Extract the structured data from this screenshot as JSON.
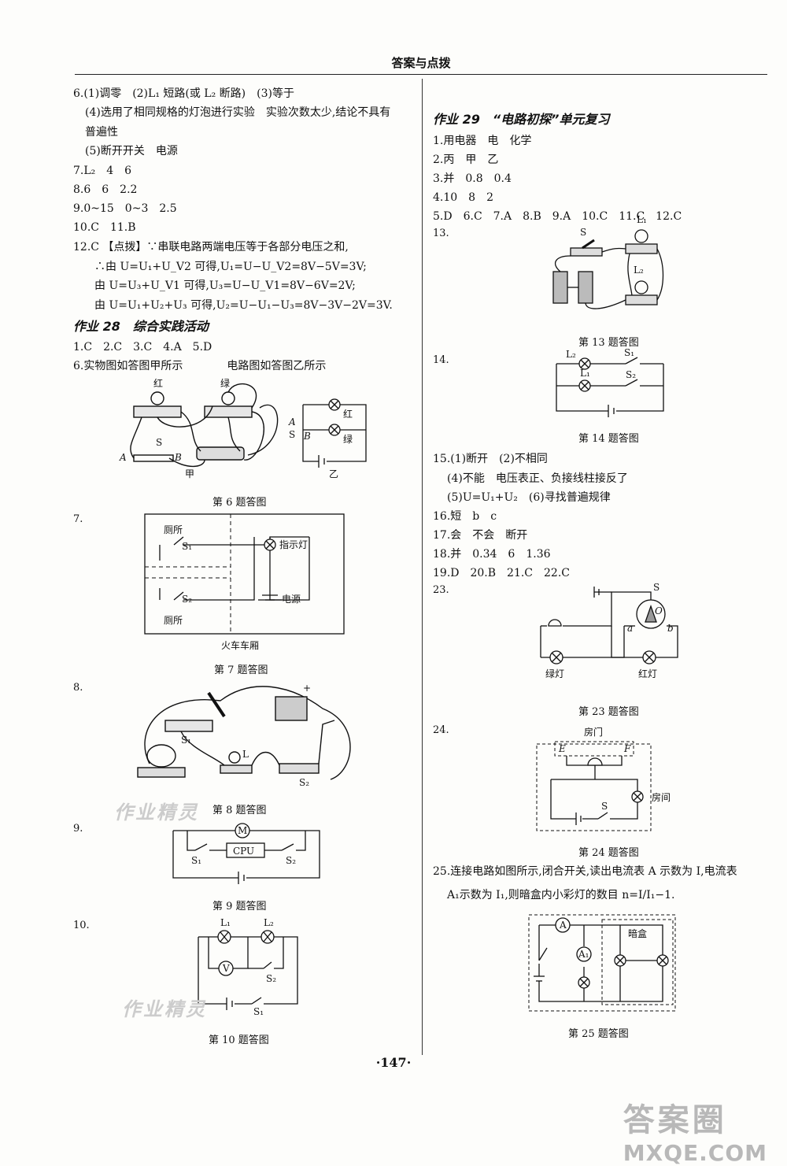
{
  "header": {
    "title": "答案与点拨"
  },
  "left": {
    "lines": [
      "6.(1)调零　(2)L₁ 短路(或 L₂ 断路)　(3)等于",
      "(4)选用了相同规格的灯泡进行实验　实验次数太少,结论不具有",
      "普遍性",
      "(5)断开开关　电源",
      "7.L₂　4　6",
      "8.6　6　2.2",
      "9.0~15　0~3　2.5",
      "10.C　11.B",
      "12.C 【点拨】∵串联电路两端电压等于各部分电压之和,",
      "∴由 U=U₁+U_V2 可得,U₁=U−U_V2=8V−5V=3V;",
      "由 U=U₃+U_V1 可得,U₃=U−U_V1=8V−6V=2V;",
      "由 U=U₁+U₂+U₃ 可得,U₂=U−U₁−U₃=8V−3V−2V=3V."
    ],
    "sec28": "作业 28　综合实践活动",
    "s28_lines": [
      "1.C　2.C　3.C　4.A　5.D",
      "6.实物图如答图甲所示　　　　电路图如答图乙所示"
    ],
    "fig6": {
      "caption": "第 6 题答图",
      "red": "红",
      "green": "绿",
      "jia": "甲",
      "yi": "乙",
      "A": "A",
      "B": "B",
      "S": "S"
    },
    "q7": {
      "num": "7.",
      "caption": "第 7 题答图",
      "wc_top": "厕所",
      "wc_bottom": "厕所",
      "s1": "S₁",
      "s2": "S₂",
      "lamp": "指示灯",
      "power": "电源",
      "car": "火车车厢"
    },
    "q8": {
      "num": "8.",
      "caption": "第 8 题答图",
      "s1": "S₁",
      "s2": "S₂",
      "L": "L",
      "plus": "+"
    },
    "q9": {
      "num": "9.",
      "caption": "第 9 题答图",
      "M": "M",
      "cpu": "CPU",
      "s1": "S₁",
      "s2": "S₂"
    },
    "q10": {
      "num": "10.",
      "caption": "第 10 题答图",
      "l1": "L₁",
      "l2": "L₂",
      "v": "V",
      "s1": "S₁",
      "s2": "S₂"
    }
  },
  "right": {
    "sec29": "作业 29　“电路初探”单元复习",
    "lines": [
      "1.用电器　电　化学",
      "2.丙　甲　乙",
      "3.并　0.8　0.4",
      "4.10　8　2",
      "5.D　6.C　7.A　8.B　9.A　10.C　11.C　12.C"
    ],
    "q13": {
      "num": "13.",
      "caption": "第 13 题答图",
      "s": "S",
      "l1": "L₁",
      "l2": "L₂"
    },
    "q14": {
      "num": "14.",
      "caption": "第 14 题答图",
      "l1": "L₁",
      "l2": "L₂",
      "s1": "S₁",
      "s2": "S₂"
    },
    "lines2": [
      "15.(1)断开　(2)不相同",
      "(4)不能　电压表正、负接线柱接反了",
      "(5)U=U₁+U₂　(6)寻找普遍规律",
      "16.短　b　c",
      "17.会　不会　断开",
      "18.并　0.34　6　1.36",
      "19.D　20.B　21.C　22.C"
    ],
    "q23": {
      "num": "23.",
      "caption": "第 23 题答图",
      "s": "S",
      "o": "O",
      "a": "a",
      "b": "b",
      "green": "绿灯",
      "red": "红灯"
    },
    "q24": {
      "num": "24.",
      "caption": "第 24 题答图",
      "door": "房门",
      "e": "E",
      "f": "F",
      "room": "房间",
      "s": "S"
    },
    "q25": {
      "line1": "25.连接电路如图所示,闭合开关,读出电流表 A 示数为 I,电流表",
      "line2": "A₁示数为 I₁,则暗盒内小彩灯的数目 n=I/I₁−1.",
      "caption": "第 25 题答图",
      "A": "A",
      "A1": "A₁",
      "box": "暗盒"
    }
  },
  "page_number": "·147·",
  "watermark": {
    "main": "答案圈",
    "sub": "MXQE.COM",
    "faint": "作业精灵"
  }
}
